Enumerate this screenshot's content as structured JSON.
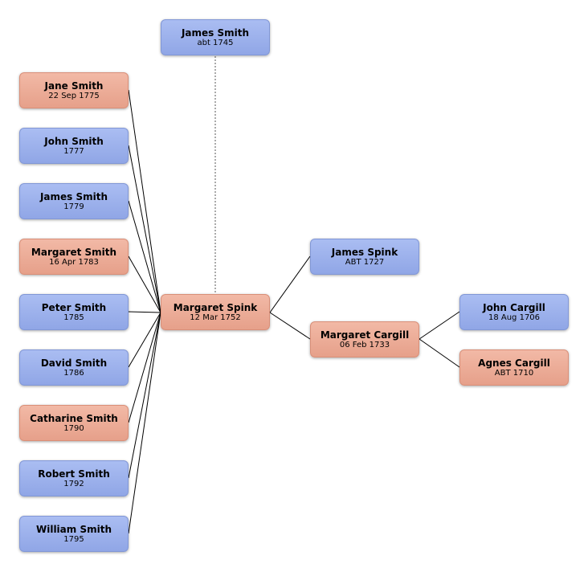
{
  "colors": {
    "male": "#9aaeec",
    "female": "#eeab95",
    "line": "#000000"
  },
  "people": {
    "father": {
      "name": "James Smith",
      "date": "abt 1745"
    },
    "focus": {
      "name": "Margaret Spink",
      "date": "12 Mar 1752"
    },
    "children": [
      {
        "name": "Jane Smith",
        "date": "22 Sep 1775"
      },
      {
        "name": "John Smith",
        "date": "1777"
      },
      {
        "name": "James Smith",
        "date": "1779"
      },
      {
        "name": "Margaret Smith",
        "date": "16 Apr 1783"
      },
      {
        "name": "Peter Smith",
        "date": "1785"
      },
      {
        "name": "David Smith",
        "date": "1786"
      },
      {
        "name": "Catharine Smith",
        "date": "1790"
      },
      {
        "name": "Robert Smith",
        "date": "1792"
      },
      {
        "name": "William Smith",
        "date": "1795"
      }
    ],
    "parent_father": {
      "name": "James Spink",
      "date": "ABT 1727"
    },
    "parent_mother": {
      "name": "Margaret Cargill",
      "date": "06 Feb 1733"
    },
    "grandparent_father": {
      "name": "John Cargill",
      "date": "18 Aug 1706"
    },
    "grandparent_mother": {
      "name": "Agnes Cargill",
      "date": "ABT 1710"
    }
  }
}
